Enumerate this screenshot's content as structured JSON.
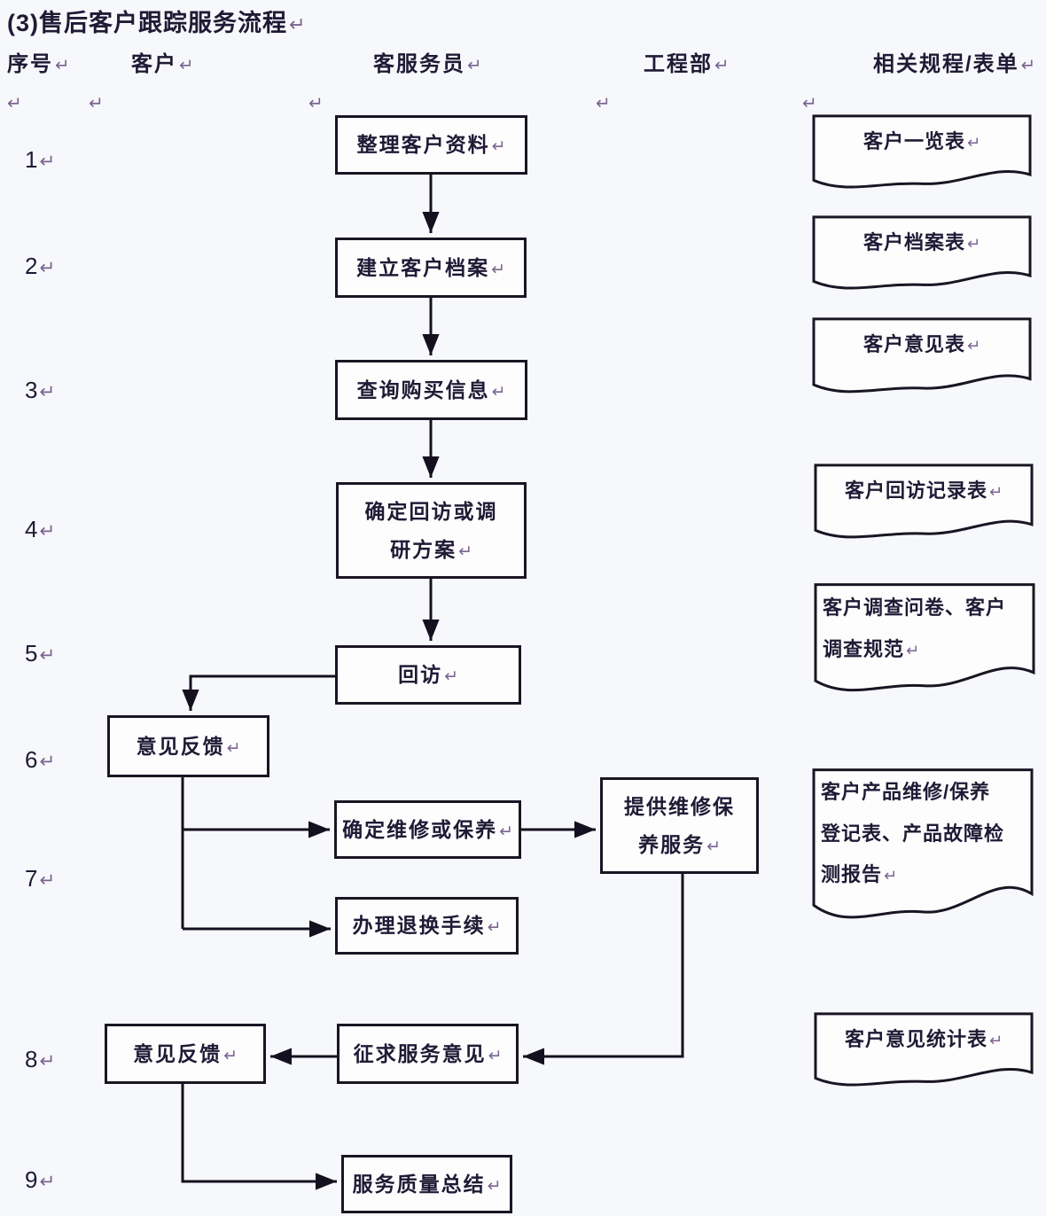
{
  "title": "(3)售后客户跟踪服务流程",
  "pilcrow_mark": "↵",
  "headers": {
    "col1": "序号",
    "col2": "客户",
    "col3": "客服务员",
    "col4": "工程部",
    "col5": "相关规程/表单"
  },
  "row_numbers": [
    "1",
    "2",
    "3",
    "4",
    "5",
    "6",
    "7",
    "8",
    "9"
  ],
  "flow": {
    "boxes": [
      {
        "lines": [
          "整理客户资料"
        ]
      },
      {
        "lines": [
          "建立客户档案"
        ]
      },
      {
        "lines": [
          "查询购买信息"
        ]
      },
      {
        "lines": [
          "确定回访或调",
          "研方案"
        ]
      },
      {
        "lines": [
          "回访"
        ]
      },
      {
        "lines": [
          "意见反馈"
        ]
      },
      {
        "lines": [
          "确定维修或保养"
        ]
      },
      {
        "lines": [
          "提供维修保",
          "养服务"
        ]
      },
      {
        "lines": [
          "办理退换手续"
        ]
      },
      {
        "lines": [
          "意见反馈"
        ]
      },
      {
        "lines": [
          "征求服务意见"
        ]
      },
      {
        "lines": [
          "服务质量总结"
        ]
      }
    ]
  },
  "documents": [
    {
      "lines": [
        "客户一览表"
      ]
    },
    {
      "lines": [
        "客户档案表"
      ]
    },
    {
      "lines": [
        "客户意见表"
      ]
    },
    {
      "lines": [
        "客户回访记录表"
      ]
    },
    {
      "lines": [
        "客户调查问卷、客户",
        "调查规范"
      ]
    },
    {
      "lines": [
        "客户产品维修/保养",
        "登记表、产品故障检",
        "测报告"
      ]
    },
    {
      "lines": [
        "客户意见统计表"
      ]
    }
  ],
  "colors": {
    "background": "#f7f8fb",
    "line": "#1a1523",
    "text": "#201a35",
    "pilcrow": "#7b6490",
    "box_fill": "#fdfdfe"
  }
}
